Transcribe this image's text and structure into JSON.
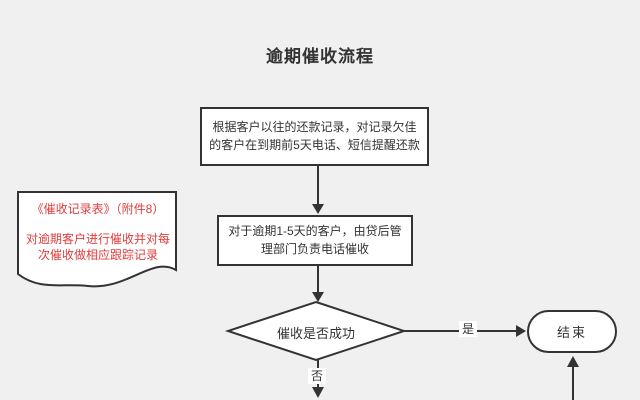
{
  "title": "逾期催收流程",
  "colors": {
    "background": "#f0f0f0",
    "shape_fill": "#ffffff",
    "line": "#333333",
    "text": "#333333",
    "annotation_text": "#e03c3c"
  },
  "nodes": {
    "step1": {
      "type": "process",
      "text": "根据客户以往的还款记录，对记录欠佳的客户在到期前5天电话、短信提醒还款"
    },
    "step2": {
      "type": "process",
      "text": "对于逾期1-5天的客户，由贷后管理部门负责电话催收"
    },
    "decision": {
      "type": "decision",
      "text": "催收是否成功"
    },
    "end": {
      "type": "terminator",
      "text": "结束"
    },
    "document": {
      "type": "document",
      "title": "《催收记录表》（附件8）",
      "body": "对逾期客户进行催收并对每次催收做相应跟踪记录"
    }
  },
  "edges": {
    "yes_label": "是",
    "no_label": "否"
  }
}
